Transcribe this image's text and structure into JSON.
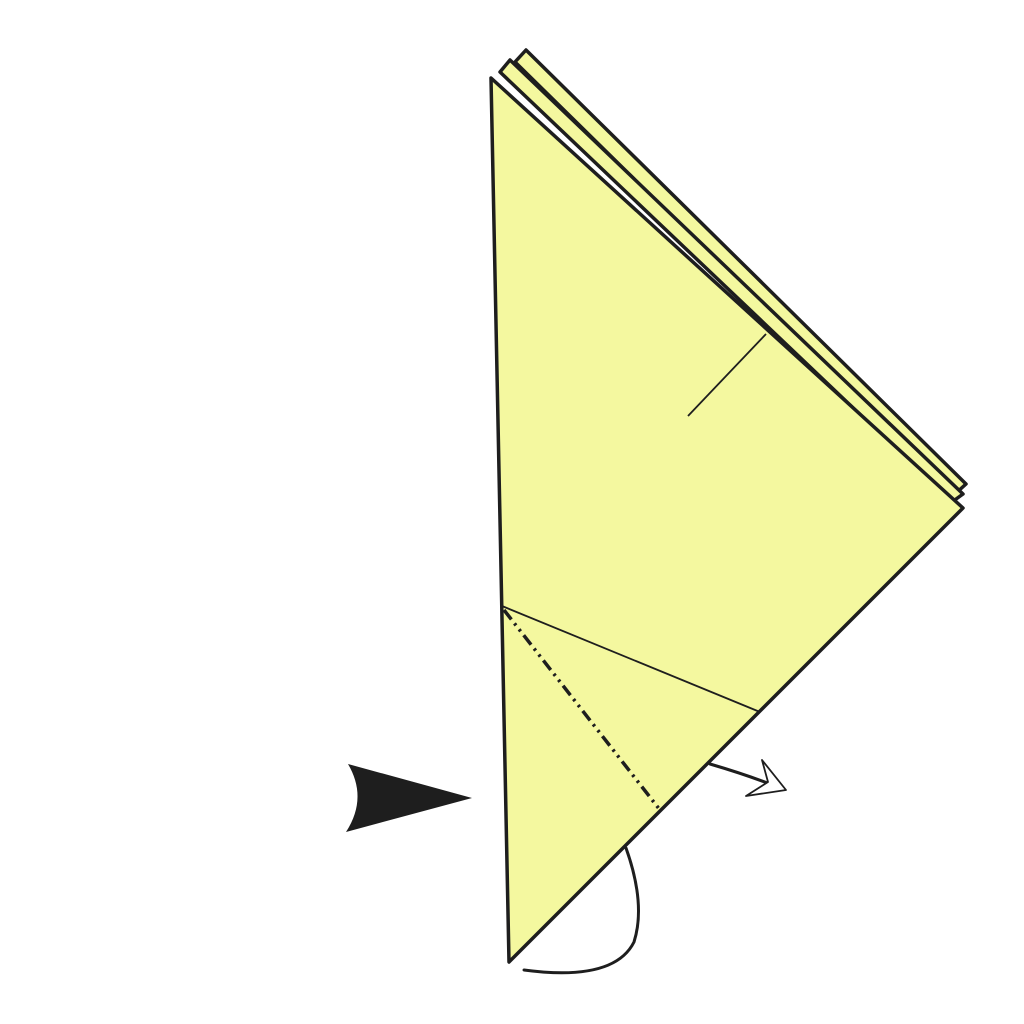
{
  "diagram": {
    "kind": "origami-step",
    "colors": {
      "background": "#ffffff",
      "paper": "#f4f89f",
      "outline": "#1e1e1e",
      "arrow_fill": "#1e1e1e",
      "hollow_arrow_fill": "#ffffff"
    },
    "parts": {
      "paper_layers": [
        "back-layer-3",
        "back-layer-2",
        "front-layer"
      ],
      "crease_lines": [
        "existing-crease",
        "short-crease"
      ],
      "fold_lines": [
        "mountain-fold-line"
      ],
      "arrows": [
        "push-arrow",
        "unfold-arrow",
        "swing-arrow"
      ]
    },
    "fold_line_style": "dash-dot-dot",
    "push_arrow_icon": "push-in-arrow-icon",
    "unfold_arrow_icon": "hollow-arrowhead-icon"
  }
}
